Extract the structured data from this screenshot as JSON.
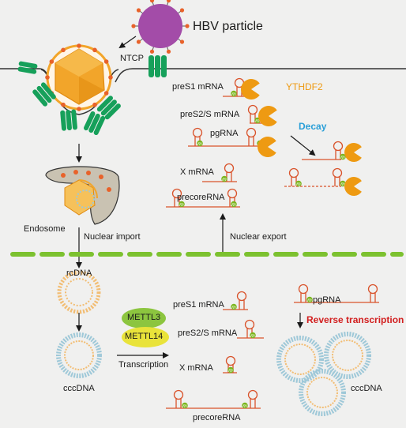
{
  "labels": {
    "hbv_particle": "HBV particle",
    "ntcp": "NTCP",
    "ythdf2": "YTHDF2",
    "decay": "Decay",
    "endosome": "Endosome",
    "nuclear_import": "Nuclear import",
    "nuclear_export": "Nuclear export",
    "rcdna": "rcDNA",
    "cccdna_left": "cccDNA",
    "cccdna_right": "cccDNA",
    "mettl3": "METTL3",
    "mettl14": "METTL14",
    "transcription": "Transcription",
    "reverse_transcription": "Reverse transcription"
  },
  "cytoplasm_rnas": {
    "pres1": "preS1 mRNA",
    "pres2s": "preS2/S mRNA",
    "pgrna": "pgRNA",
    "x": "X mRNA",
    "precore": "precoreRNA"
  },
  "nucleus_rnas": {
    "pres1": "preS1 mRNA",
    "pres2s": "preS2/S mRNA",
    "x": "X mRNA",
    "precore": "precoreRNA",
    "pgrna": "pgRNA"
  },
  "m6a_mark": "m",
  "colors": {
    "background": "#f0f0ef",
    "hbv_particle": "#a34ca8",
    "spike": "#e8622a",
    "capsid": "#f2a52a",
    "ntcp": "#16a05a",
    "ythdf2": "#ee9a12",
    "decay": "#2a9fd8",
    "rna_line": "#d9532b",
    "m6a": "#7ab51d",
    "mettl3": "#8cc53f",
    "mettl14": "#e9e33a",
    "reverse_transcription": "#d21f1f",
    "nuclear_membrane": "#7cc12f",
    "dna_blue": "#9ec8d8",
    "dna_orange": "#f2bd73"
  }
}
